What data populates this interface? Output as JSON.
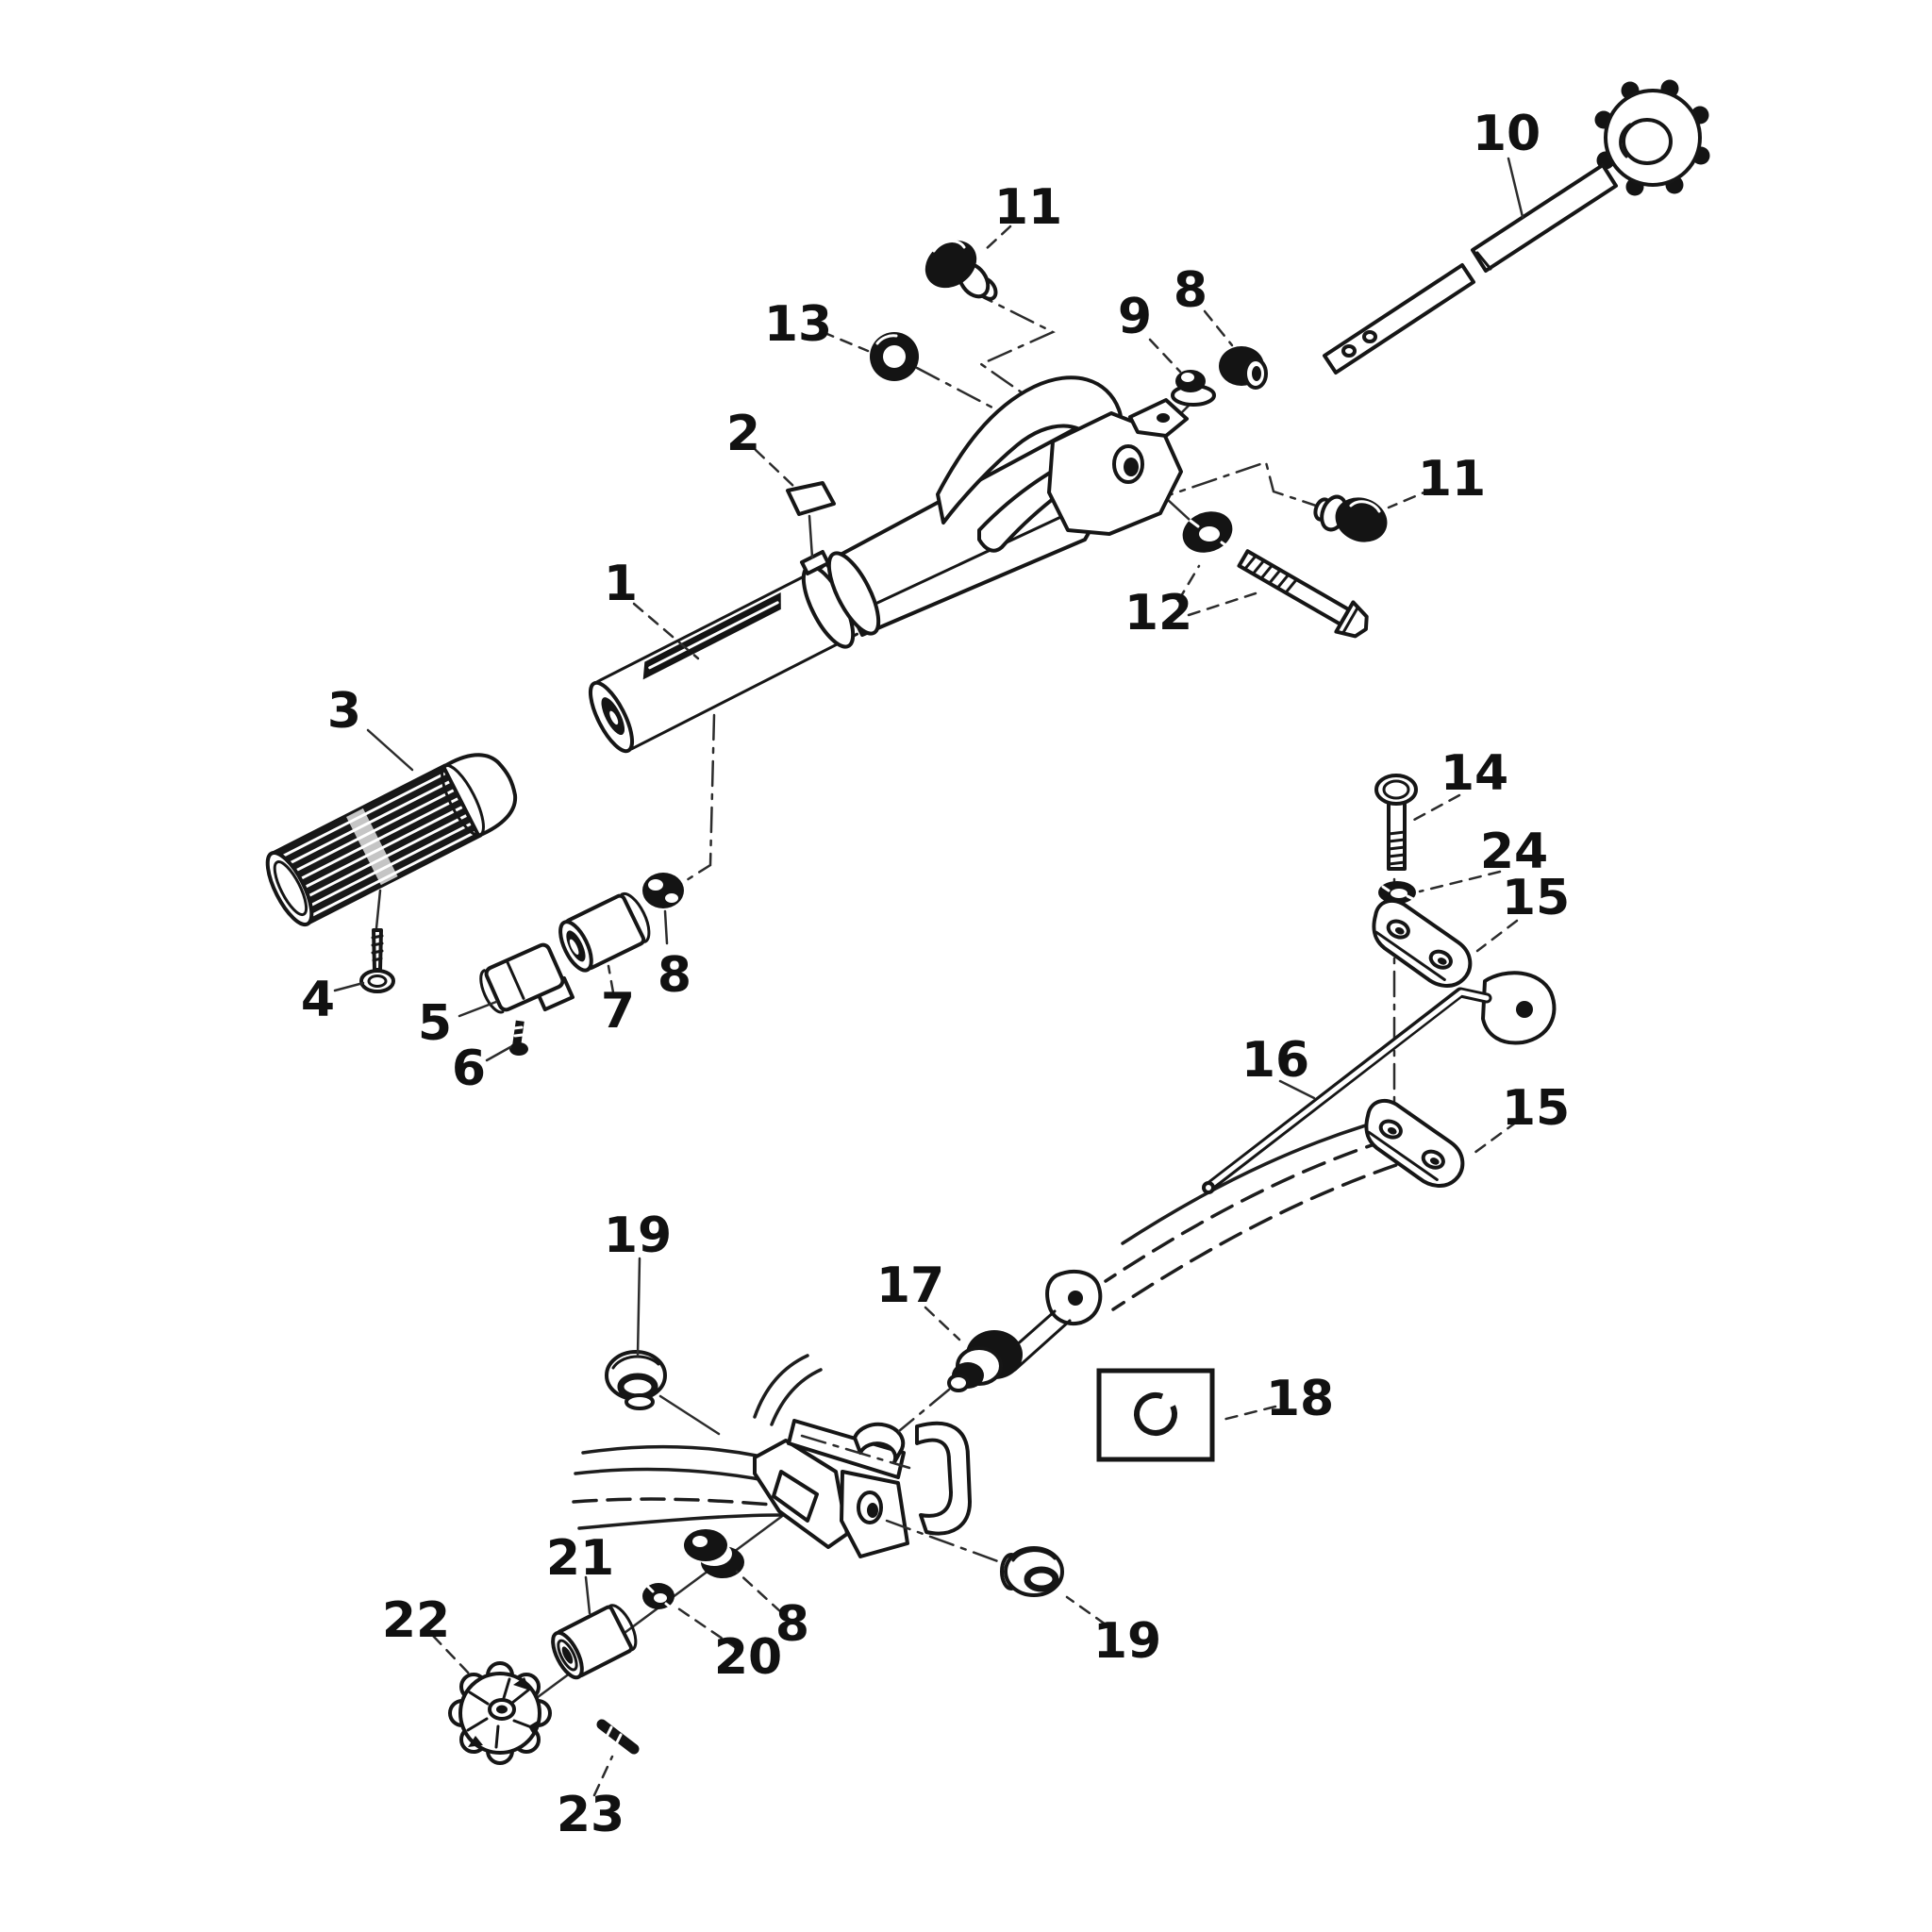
{
  "figure": {
    "kind": "exploded-parts-diagram",
    "background": "#ffffff",
    "ink_color": "#161616",
    "leader_color": "#2c2c2c"
  },
  "callouts": [
    {
      "label": "1"
    },
    {
      "label": "2"
    },
    {
      "label": "3"
    },
    {
      "label": "4"
    },
    {
      "label": "5"
    },
    {
      "label": "6"
    },
    {
      "label": "7"
    },
    {
      "label": "8"
    },
    {
      "label": "8"
    },
    {
      "label": "8"
    },
    {
      "label": "9"
    },
    {
      "label": "10"
    },
    {
      "label": "11"
    },
    {
      "label": "11"
    },
    {
      "label": "12"
    },
    {
      "label": "13"
    },
    {
      "label": "14"
    },
    {
      "label": "15"
    },
    {
      "label": "15"
    },
    {
      "label": "16"
    },
    {
      "label": "17"
    },
    {
      "label": "18"
    },
    {
      "label": "19"
    },
    {
      "label": "19"
    },
    {
      "label": "20"
    },
    {
      "label": "21"
    },
    {
      "label": "22"
    },
    {
      "label": "23"
    },
    {
      "label": "24"
    }
  ]
}
